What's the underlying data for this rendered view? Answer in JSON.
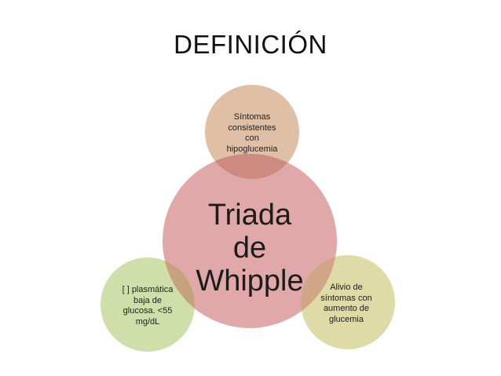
{
  "title": "DEFINICIÓN",
  "diagram": {
    "main": "Triada\nde\nWhipple",
    "top": "Síntomas\nconsistentes\ncon\nhipoglucemia",
    "left": "[ ] plasmática\nbaja de\nglucosa. <55\nmg/dL",
    "right": "Alivio de\nsíntomas con\naumento de\nglucemia"
  },
  "colors": {
    "main_fill": "#e0a8a8",
    "top_fill": "#dfbfa6",
    "left_fill": "#cfdfa9",
    "right_fill": "#dfdba7",
    "overlap_top": "#cd8a80",
    "overlap_left": "#c6a27e",
    "overlap_right": "#cfa787"
  }
}
